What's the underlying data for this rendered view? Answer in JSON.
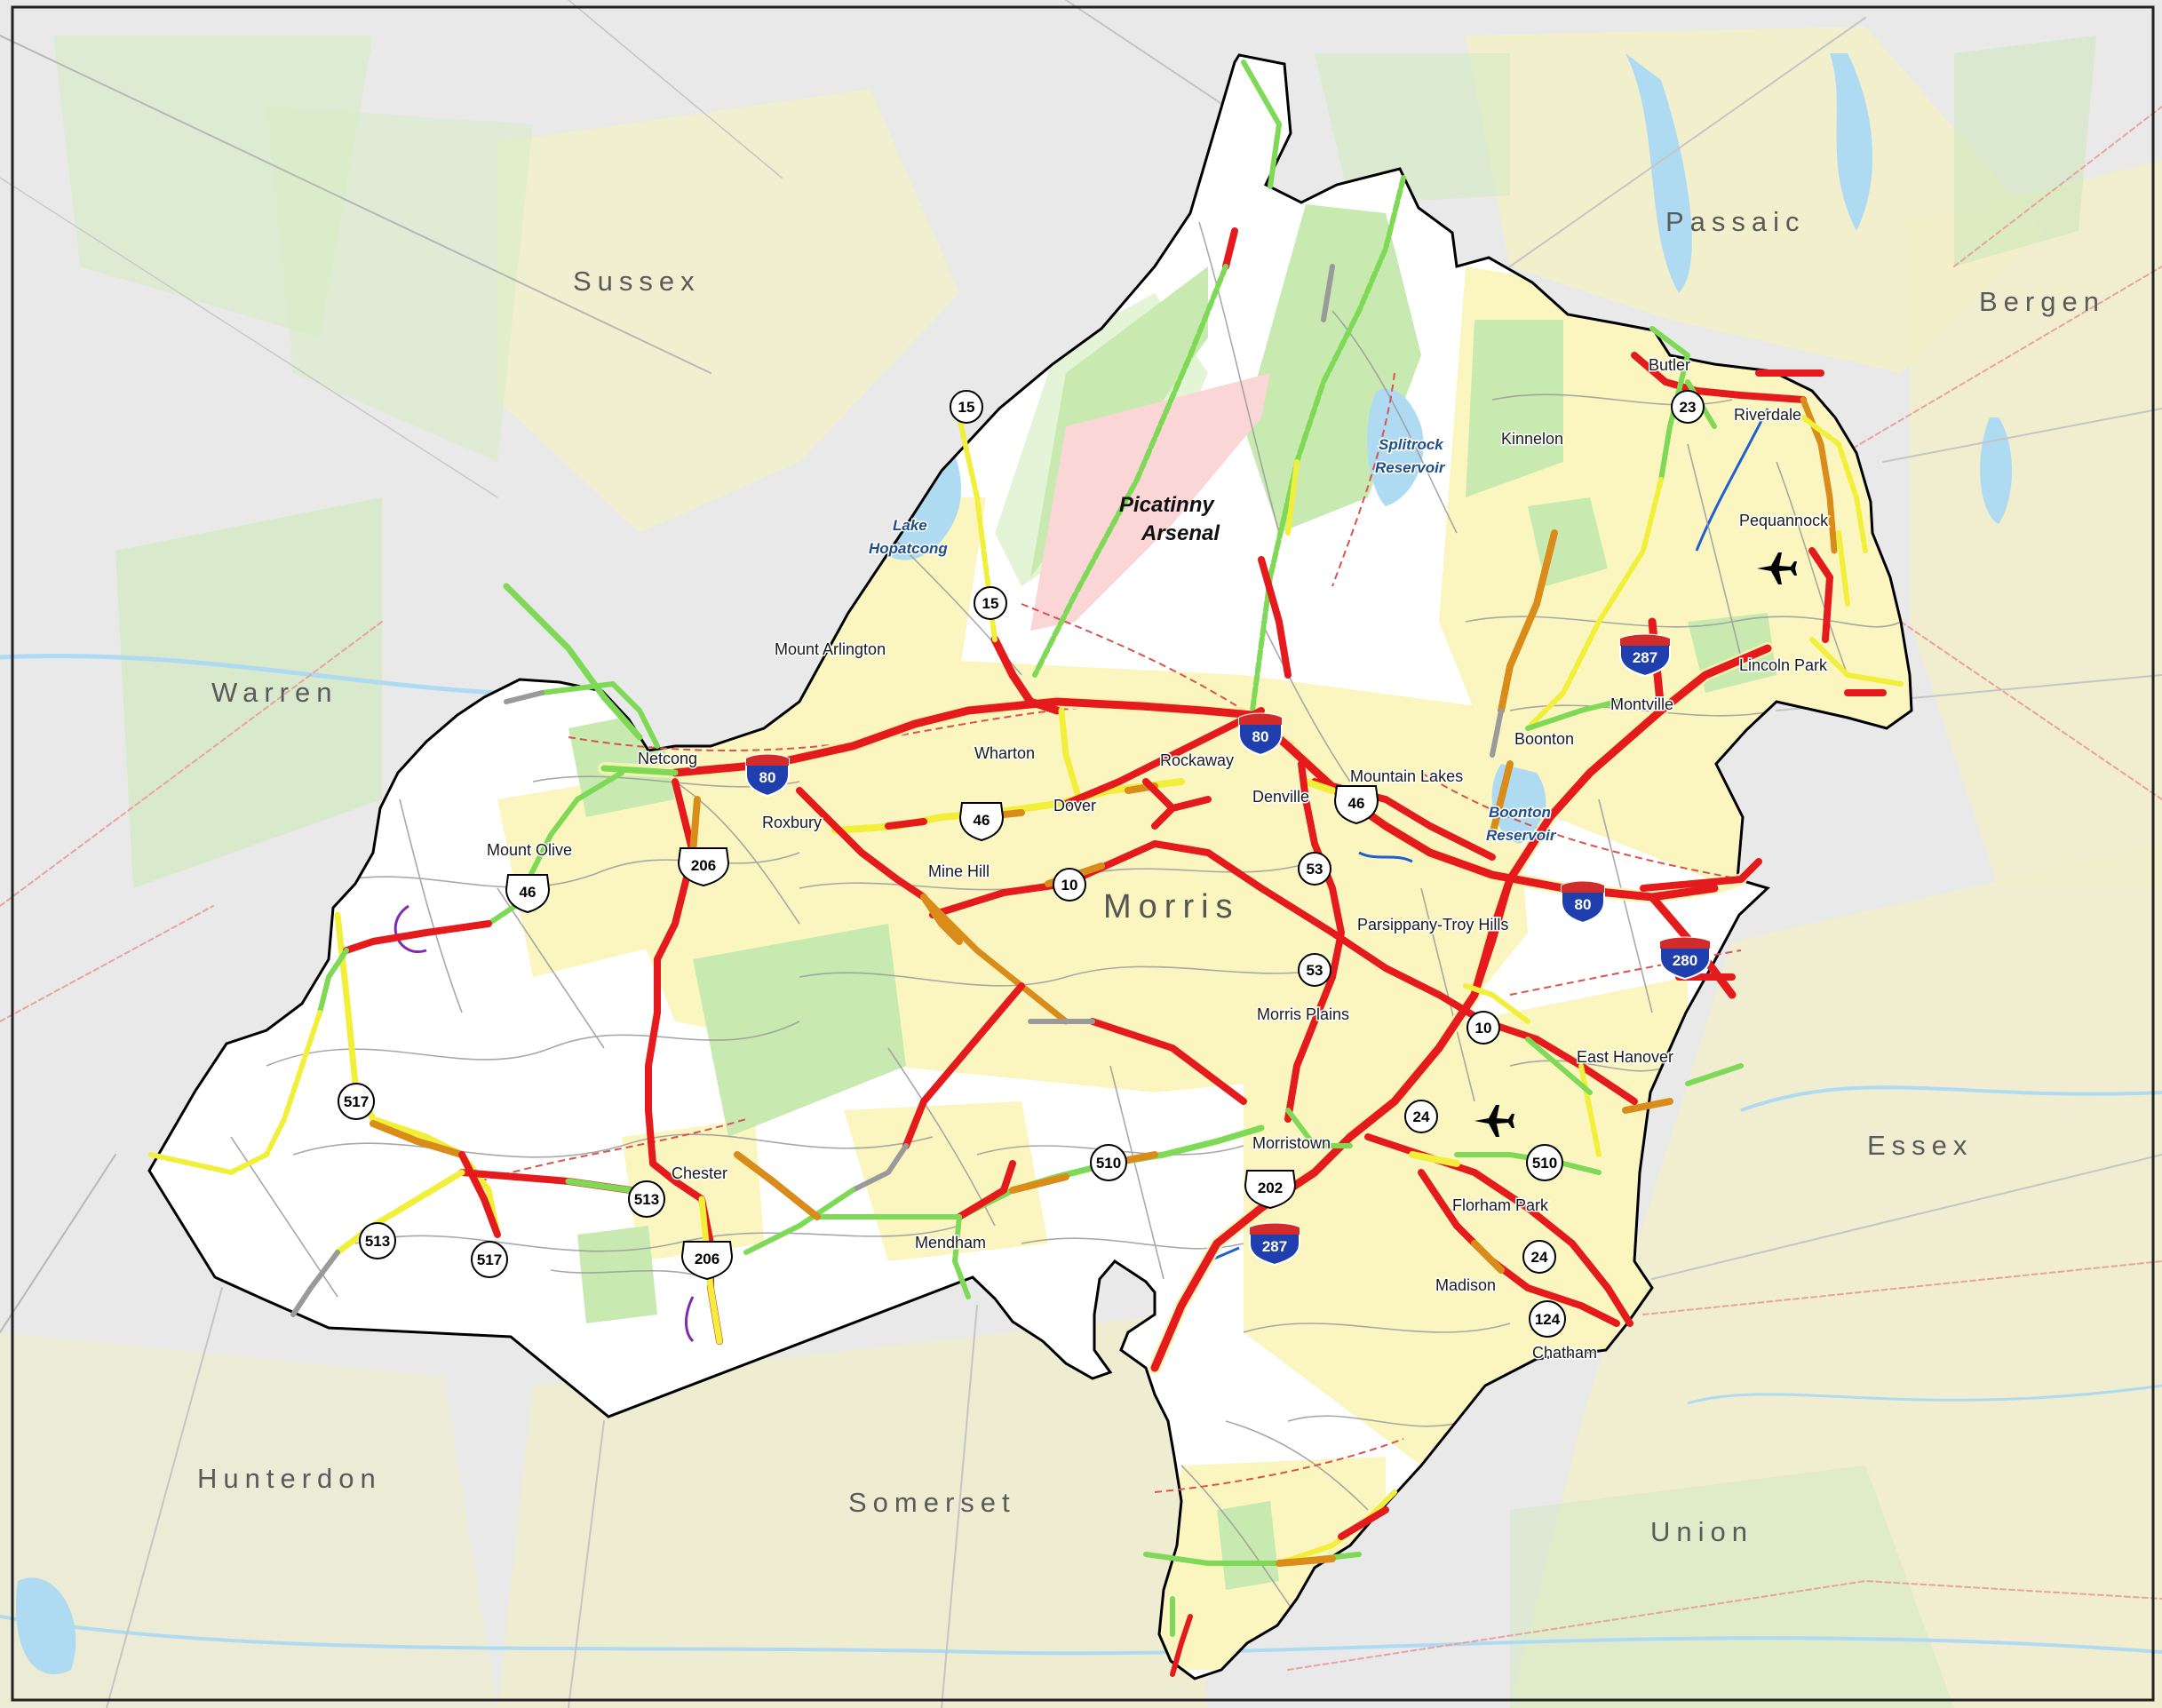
{
  "map": {
    "colors": {
      "background_land": "#e9e9e9",
      "county_fill": "#ffffff",
      "developed": "#fbf6c0",
      "parks": "#c8eab0",
      "water": "#aedbf2",
      "arsenal": "#fbd6d6",
      "congestion_severe": "#e41a1c",
      "congestion_heavy": "#d98c1a",
      "congestion_moderate": "#f2ef3a",
      "congestion_light": "#7ed957",
      "road_minor": "#9a9a9a",
      "rail": "#d9534f"
    },
    "neighbor_counties": [
      "Sussex",
      "Passaic",
      "Bergen",
      "Warren",
      "Essex",
      "Hunterdon",
      "Somerset",
      "Union"
    ],
    "main_county": "Morris",
    "arsenal": [
      "Picatinny",
      "Arsenal"
    ],
    "water_labels": {
      "lake_hopatcong": [
        "Lake",
        "Hopatcong"
      ],
      "splitrock": [
        "Splitrock",
        "Reservoir"
      ],
      "boonton_res": [
        "Boonton",
        "Reservoir"
      ]
    },
    "places": {
      "butler": "Butler",
      "riverdale": "Riverdale",
      "kinnelon": "Kinnelon",
      "pequannock": "Pequannock",
      "lincoln_park": "Lincoln Park",
      "montville": "Montville",
      "boonton": "Boonton",
      "mount_arlington": "Mount Arlington",
      "netcong": "Netcong",
      "wharton": "Wharton",
      "rockaway": "Rockaway",
      "mountain_lakes": "Mountain Lakes",
      "denville": "Denville",
      "dover": "Dover",
      "roxbury": "Roxbury",
      "mount_olive": "Mount Olive",
      "mine_hill": "Mine Hill",
      "parsippany": "Parsippany-Troy Hills",
      "morris_plains": "Morris Plains",
      "east_hanover": "East Hanover",
      "morristown": "Morristown",
      "florham_park": "Florham Park",
      "chester": "Chester",
      "mendham": "Mendham",
      "madison": "Madison",
      "chatham": "Chatham"
    },
    "shields": {
      "r15a": "15",
      "r15b": "15",
      "r23": "23",
      "r53a": "53",
      "r53b": "53",
      "r10a": "10",
      "r10b": "10",
      "r24a": "24",
      "r24b": "24",
      "r510a": "510",
      "r510b": "510",
      "r517a": "517",
      "r517b": "517",
      "r513a": "513",
      "r513b": "513",
      "r124": "124",
      "us46a": "46",
      "us46b": "46",
      "us46c": "46",
      "us206a": "206",
      "us206b": "206",
      "us202": "202",
      "i80a": "80",
      "i80b": "80",
      "i80c": "80",
      "i287a": "287",
      "i287b": "287",
      "i280": "280"
    }
  }
}
